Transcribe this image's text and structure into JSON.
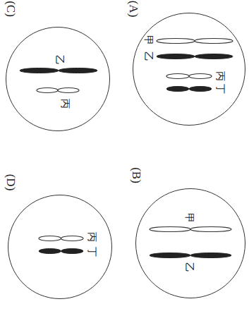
{
  "diagram": {
    "nodes": [
      {
        "text": [
          "(A)",
          "甲",
          "乙",
          "丙",
          "丁"
        ]
      },
      {
        "text": [
          "(B)",
          "甲",
          "乙"
        ]
      },
      {
        "text": [
          "(C)",
          "乙",
          "丙"
        ]
      },
      {
        "text": [
          "(D)",
          "丙",
          "丁"
        ]
      }
    ]
  }
}
